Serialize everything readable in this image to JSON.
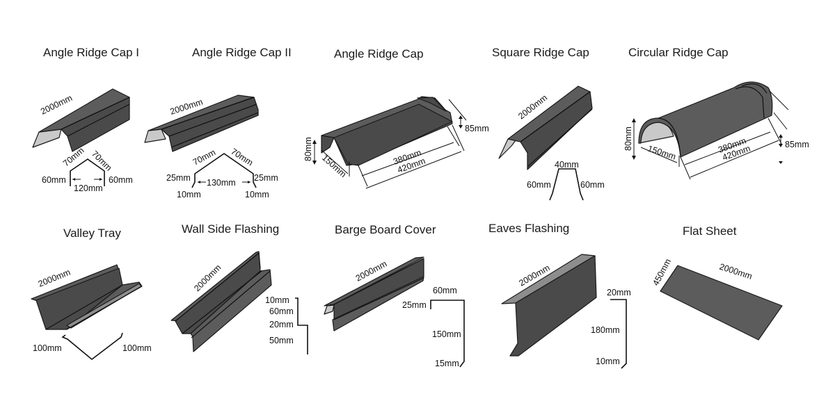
{
  "products": [
    {
      "title": "Angle Ridge Cap I",
      "length_label": "2000mm",
      "dims": [
        "70mm",
        "70mm",
        "60mm",
        "60mm",
        "120mm"
      ]
    },
    {
      "title": "Angle Ridge Cap II",
      "length_label": "2000mm",
      "dims": [
        "70mm",
        "70mm",
        "25mm",
        "25mm",
        "130mm",
        "10mm",
        "10mm"
      ]
    },
    {
      "title": "Angle Ridge Cap",
      "dims": [
        "80mm",
        "150mm",
        "380mm",
        "420mm",
        "85mm"
      ]
    },
    {
      "title": "Square Ridge Cap",
      "length_label": "2000mm",
      "dims": [
        "40mm",
        "60mm",
        "60mm"
      ]
    },
    {
      "title": "Circular Ridge Cap",
      "dims": [
        "80mm",
        "150mm",
        "380mm",
        "420mm",
        "85mm"
      ]
    },
    {
      "title": "Valley Tray",
      "length_label": "2000mm",
      "dims": [
        "100mm",
        "100mm"
      ]
    },
    {
      "title": "Wall Side Flashing",
      "length_label": "2000mm",
      "dims": [
        "10mm",
        "60mm",
        "20mm",
        "50mm"
      ]
    },
    {
      "title": "Barge Board Cover",
      "length_label": "2000mm",
      "dims": [
        "60mm",
        "25mm",
        "150mm",
        "15mm"
      ]
    },
    {
      "title": "Eaves Flashing",
      "length_label": "2000mm",
      "dims": [
        "20mm",
        "180mm",
        "10mm"
      ]
    },
    {
      "title": "Flat Sheet",
      "length_label": "2000mm",
      "dims": [
        "450mm"
      ]
    }
  ],
  "colors": {
    "sheet": "#5c5c5c",
    "sheet_dark": "#4a4a4a",
    "inner": "#c9c9c9",
    "line": "#1a1a1a"
  }
}
